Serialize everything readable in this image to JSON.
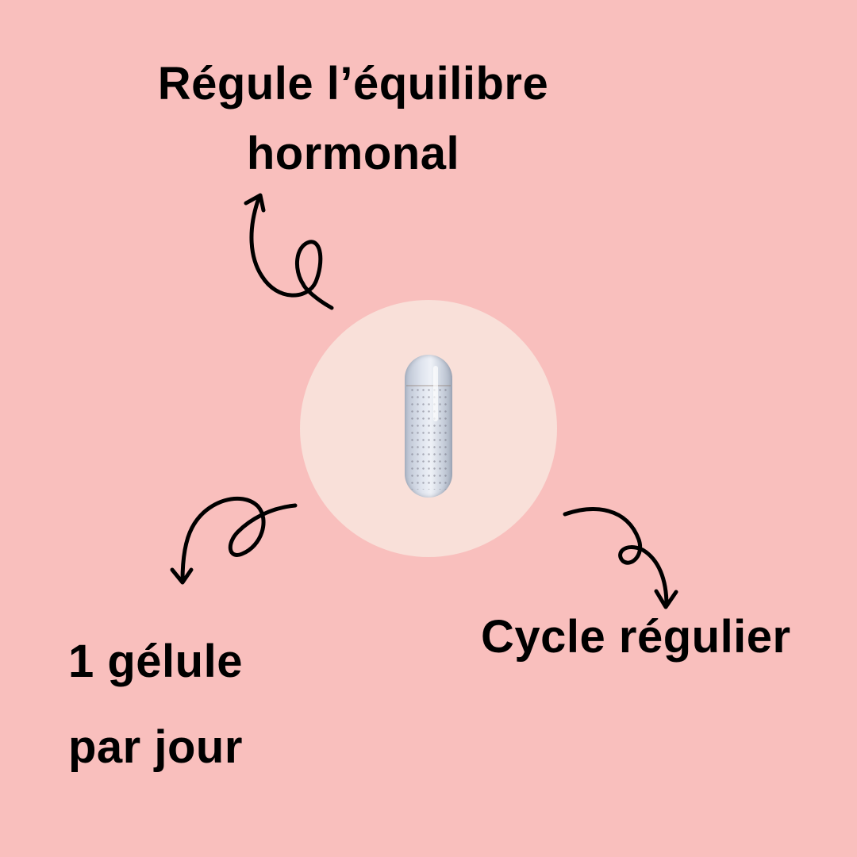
{
  "background_color": "#f9bfbd",
  "circle_color": "#f9e0d9",
  "labels": {
    "top": [
      "Régule l’équilibre",
      "hormonal"
    ],
    "bottom_left": [
      "1 gélule",
      "par jour"
    ],
    "bottom_right": "Cycle régulier"
  },
  "center_image": "capsule-pill",
  "arrows": [
    {
      "name": "arrow-to-top-label",
      "direction": "up"
    },
    {
      "name": "arrow-to-bottom-left-label",
      "direction": "down-left"
    },
    {
      "name": "arrow-to-bottom-right-label",
      "direction": "down-right"
    }
  ]
}
